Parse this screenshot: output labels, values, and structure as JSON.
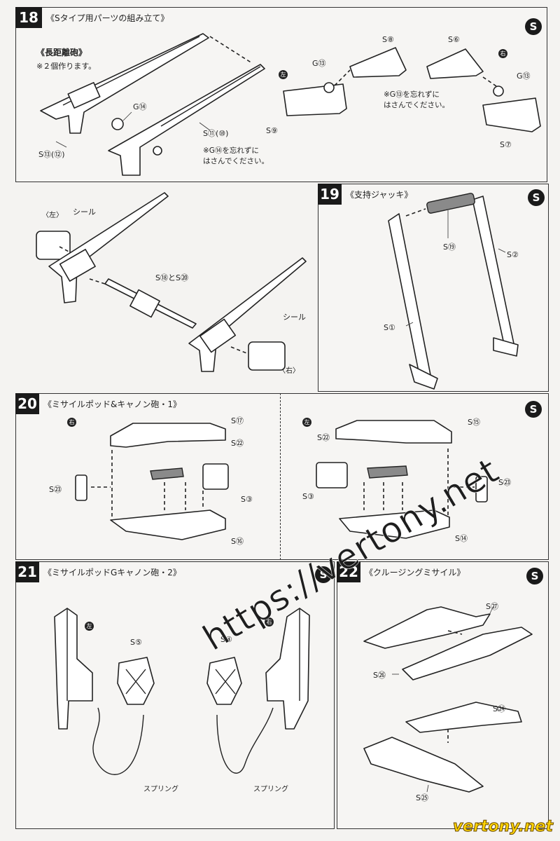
{
  "steps": {
    "s18": {
      "number": "18",
      "title": "《Sタイプ用パーツの組み立て》",
      "badge": "S",
      "group_title": "《長距離砲》",
      "note_make_two": "※２個作ります。",
      "labels": {
        "g14": "G⑭",
        "s11_10": "S⑪(⑩)",
        "s13_12": "S⑬(⑫)",
        "note_g14_line1": "※G⑭を忘れずに",
        "note_g14_line2": "はさんでください。",
        "left_top": "〈左〉",
        "seal_1": "シール",
        "s18_s20": "S⑱とS⑳",
        "seal_2": "シール",
        "right_bottom": "〈右〉",
        "s8": "S⑧",
        "g13_a": "G⑬",
        "left_mark": "左",
        "s9": "S⑨",
        "s6": "S⑥",
        "right_mark": "右",
        "g13_b": "G⑬",
        "s7": "S⑦",
        "note_g13_line1": "※G⑬を忘れずに",
        "note_g13_line2": "はさんでください。"
      }
    },
    "s19": {
      "number": "19",
      "title": "《支持ジャッキ》",
      "badge": "S",
      "labels": {
        "s19": "S⑲",
        "s2": "S②",
        "s1": "S①"
      }
    },
    "s20": {
      "number": "20",
      "title": "《ミサイルポッド&キャノン砲・1》",
      "badge": "S",
      "labels": {
        "right_mark": "右",
        "s17": "S⑰",
        "s22_a": "S㉒",
        "s23_a": "S㉓",
        "s3_a": "S③",
        "s16": "S⑯",
        "left_mark": "左",
        "s15": "S⑮",
        "s22_b": "S㉒",
        "s3_b": "S③",
        "s23_b": "S㉓",
        "s14": "S⑭"
      }
    },
    "s21": {
      "number": "21",
      "title": "《ミサイルポッドGキャノン砲・2》",
      "badge": "S",
      "labels": {
        "left_mark": "左",
        "s5": "S⑤",
        "s4": "S④",
        "right_mark": "右",
        "spring_a": "スプリング",
        "spring_b": "スプリング"
      }
    },
    "s22": {
      "number": "22",
      "title": "《クルージングミサイル》",
      "badge": "S",
      "labels": {
        "s27": "S㉗",
        "s26": "S㉖",
        "s24": "S㉔",
        "s25": "S㉕"
      }
    }
  },
  "watermarks": {
    "diagonal": "https://vertony.net",
    "corner": "vertony.net"
  }
}
